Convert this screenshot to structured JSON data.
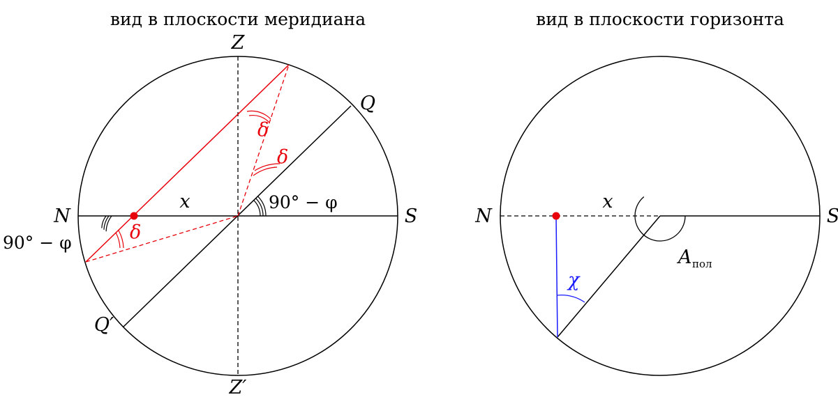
{
  "titles": {
    "meridian": "вид в плоскости меридиана",
    "horizon": "вид в плоскости горизонта"
  },
  "labels": {
    "zenith": "Z",
    "nadir": "Z′",
    "north": "N",
    "south": "S",
    "equator_top": "Q",
    "equator_bottom": "Q′",
    "x": "x",
    "delta": "δ",
    "ninety_minus_phi": "90° − φ",
    "chi": "χ",
    "azimuth": "A",
    "azimuth_sub": "пол"
  },
  "colors": {
    "ink": "#000000",
    "red": "#e8000b",
    "blue": "#1a1aff"
  }
}
